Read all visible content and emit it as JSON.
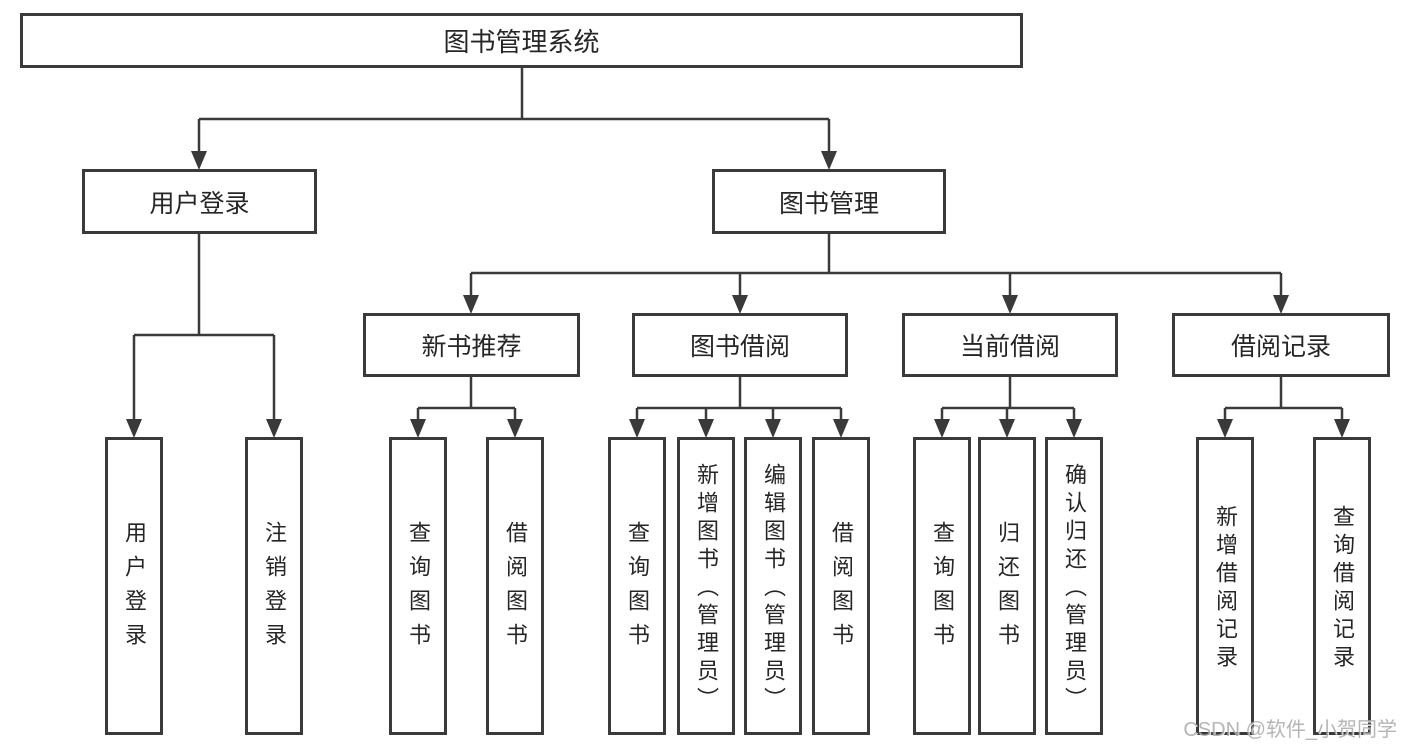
{
  "diagram": {
    "root": {
      "label": "图书管理系统"
    },
    "branches": [
      {
        "label": "用户登录",
        "children": [
          {
            "label": "用户登录"
          },
          {
            "label": "注销登录"
          }
        ]
      },
      {
        "label": "图书管理",
        "children": [
          {
            "label": "新书推荐",
            "children": [
              {
                "label": "查询图书"
              },
              {
                "label": "借阅图书"
              }
            ]
          },
          {
            "label": "图书借阅",
            "children": [
              {
                "label": "查询图书"
              },
              {
                "label": "新增图书（管理员）"
              },
              {
                "label": "编辑图书（管理员）"
              },
              {
                "label": "借阅图书"
              }
            ]
          },
          {
            "label": "当前借阅",
            "children": [
              {
                "label": "查询图书"
              },
              {
                "label": "归还图书"
              },
              {
                "label": "确认归还（管理员）"
              }
            ]
          },
          {
            "label": "借阅记录",
            "children": [
              {
                "label": "新增借阅记录"
              },
              {
                "label": "查询借阅记录"
              }
            ]
          }
        ]
      }
    ]
  },
  "watermark": {
    "text": "CSDN @软件_小贺同学"
  },
  "colors": {
    "line": "#3a3a3a",
    "text": "#262626",
    "background": "#ffffff",
    "watermark": "#a9a9a9"
  }
}
